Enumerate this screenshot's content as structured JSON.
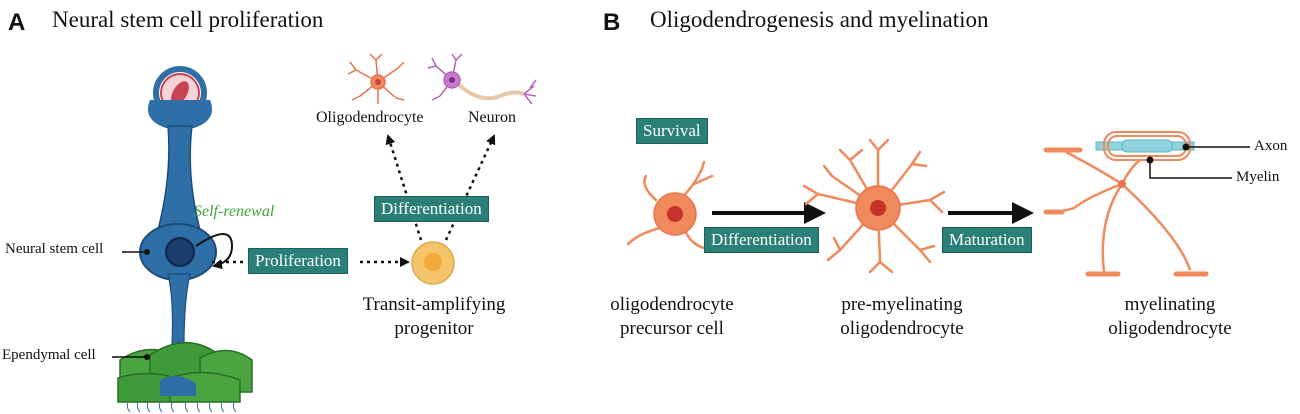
{
  "panel_a": {
    "letter": "A",
    "title": "Neural stem cell proliferation",
    "labels": {
      "neural_stem_cell": "Neural stem cell",
      "ependymal_cell": "Ependymal cell",
      "self_renewal": "Self-renewal",
      "oligodendrocyte": "Oligodendrocyte",
      "neuron": "Neuron"
    },
    "tags": {
      "proliferation": "Proliferation",
      "differentiation": "Differentiation"
    },
    "progenitor_caption": [
      "Transit-amplifying",
      "progenitor"
    ]
  },
  "panel_b": {
    "letter": "B",
    "title": "Oligodendrogenesis and myelination",
    "tags": {
      "survival": "Survival",
      "differentiation": "Differentiation",
      "maturation": "Maturation"
    },
    "captions": {
      "opc": [
        "oligodendrocyte",
        "precursor cell"
      ],
      "pre_myelinating": [
        "pre-myelinating",
        "oligodendrocyte"
      ],
      "myelinating": [
        "myelinating",
        "oligodendrocyte"
      ]
    },
    "labels": {
      "axon": "Axon",
      "myelin": "Myelin"
    }
  },
  "colors": {
    "tag_bg": "#2a7f77",
    "stem_cell_blue": "#2f6fa8",
    "ependymal_green": "#3f9a3a",
    "oligo_orange": "#f08a5d",
    "progenitor_yellow": "#f5c46a",
    "self_renewal_green": "#3fa33a",
    "axon_cyan": "#8fd3df"
  }
}
